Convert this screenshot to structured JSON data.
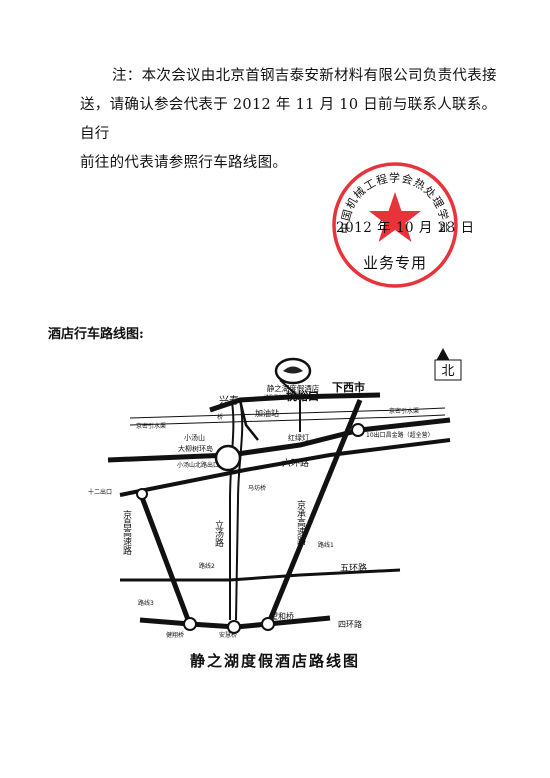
{
  "note": {
    "line1": "注：本次会议由北京首钢吉泰安新材料有限公司负责代表接",
    "line2": "送，请确认参会代表于 2012 年 11 月 10 日前与联系人联系。自行",
    "line3": "前往的代表请参照行车路线图。"
  },
  "stamp": {
    "ring_text": "中国机械工程学会热处理学会",
    "center_text": "业务专用",
    "date": "2012 年 10 月 23 日",
    "color": "#e8333a"
  },
  "map_caption": "酒店行车路线图:",
  "map": {
    "north": "北",
    "hotel_name": "静之湖度假酒店",
    "hotel_subtitle": "JING ZHI HU HOLIDAY HOTEL",
    "labels": {
      "xingshou": "兴寿",
      "taoyukou": "桃峪口",
      "xiaxishi": "下西市",
      "jiayouzhan": "加油站",
      "qiao": "桥",
      "jingmiyinqu_left": "京密引水渠",
      "jingmiyinqu_right": "京密引水渠",
      "honglvdeng": "红绿灯",
      "xiaotangshan": "小汤山",
      "daliuhuandao": "大柳树环岛",
      "exit10": "10出口昌金路（超全营）",
      "beichukou": "小汤山北路出口",
      "liuhuanlu": "六环路",
      "mafangqiao": "马坊桥",
      "exit12": "十二出口",
      "jingcheng": "京承高速路",
      "litang": "立汤路",
      "jingchang": "京昌高速路",
      "route1": "路线1",
      "route2": "路线2",
      "route3": "路线3",
      "wuhuanlu": "五环路",
      "wangheqiao": "望和桥",
      "sihuanlu": "四环路",
      "jianxiangqiao": "健翔桥",
      "anhuiqiao": "安慧桥"
    },
    "title": "静之湖度假酒店路线图"
  }
}
